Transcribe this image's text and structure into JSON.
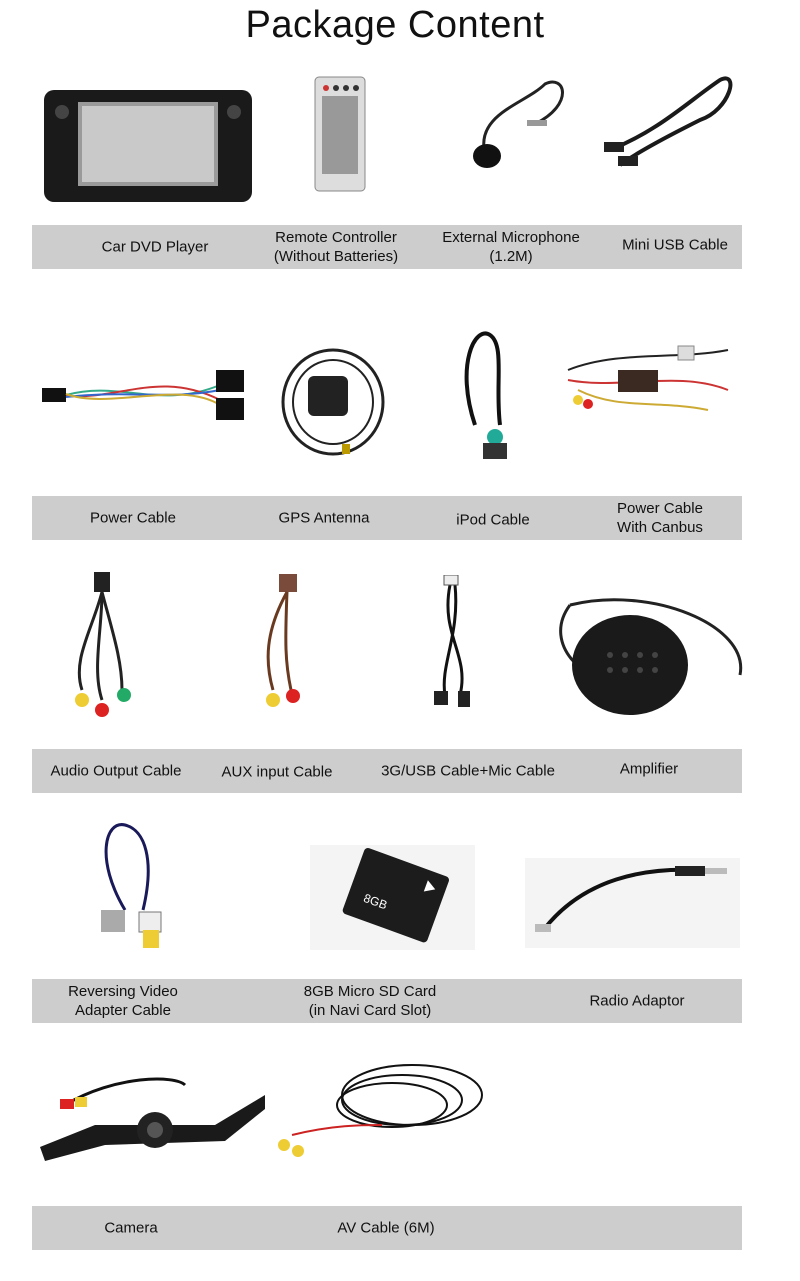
{
  "title": "Package Content",
  "rows": [
    {
      "items": [
        {
          "label": [
            "Car DVD Player"
          ],
          "icon": "car-dvd-player"
        },
        {
          "label": [
            "Remote Controller",
            "(Without Batteries)"
          ],
          "icon": "remote-controller"
        },
        {
          "label": [
            "External Microphone",
            "(1.2M)"
          ],
          "icon": "microphone"
        },
        {
          "label": [
            "Mini USB Cable"
          ],
          "icon": "usb-cable"
        }
      ]
    },
    {
      "items": [
        {
          "label": [
            "Power Cable"
          ],
          "icon": "power-cable"
        },
        {
          "label": [
            "GPS Antenna"
          ],
          "icon": "gps-antenna"
        },
        {
          "label": [
            "iPod Cable"
          ],
          "icon": "ipod-cable"
        },
        {
          "label": [
            "Power Cable",
            "With Canbus"
          ],
          "icon": "canbus-cable"
        }
      ]
    },
    {
      "items": [
        {
          "label": [
            "Audio Output Cable"
          ],
          "icon": "audio-cable"
        },
        {
          "label": [
            "AUX input Cable"
          ],
          "icon": "aux-cable"
        },
        {
          "label": [
            "3G/USB Cable+Mic Cable"
          ],
          "icon": "3g-usb-cable"
        },
        {
          "label": [
            "Amplifier"
          ],
          "icon": "amplifier"
        }
      ]
    },
    {
      "items": [
        {
          "label": [
            "Reversing Video",
            "Adapter Cable"
          ],
          "icon": "video-adapter-cable"
        },
        {
          "label": [
            "8GB Micro SD Card",
            "(in Navi Card Slot)"
          ],
          "icon": "sd-card"
        },
        {
          "label": [
            "Radio Adaptor"
          ],
          "icon": "radio-adaptor"
        }
      ]
    },
    {
      "items": [
        {
          "label": [
            "Camera"
          ],
          "icon": "camera"
        },
        {
          "label": [
            "AV Cable (6M)"
          ],
          "icon": "av-cable"
        }
      ]
    }
  ],
  "sd_card_text": "8GB",
  "colors": {
    "bar": "#cdcdcd",
    "text": "#111111"
  }
}
